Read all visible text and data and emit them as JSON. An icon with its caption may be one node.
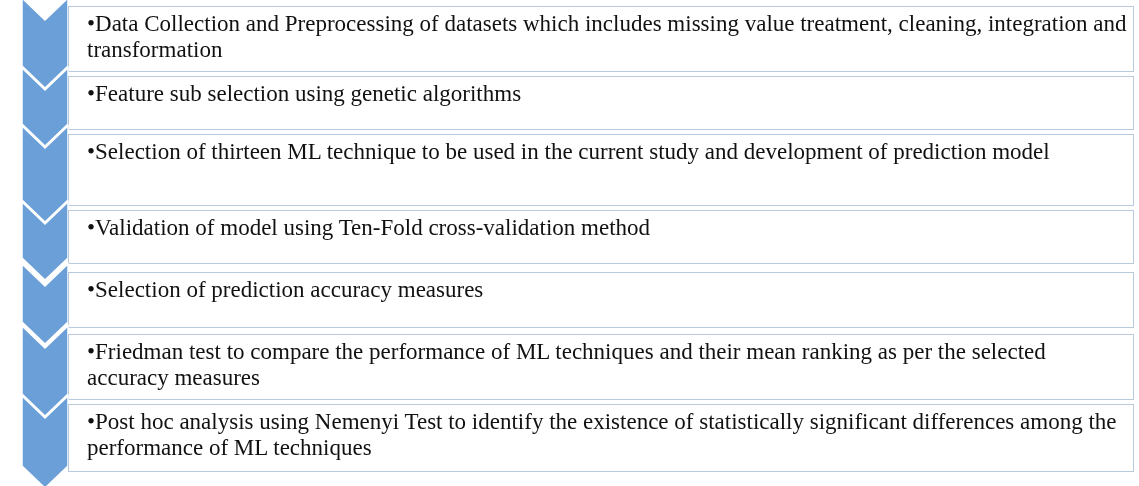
{
  "diagram": {
    "nodes": [
      {
        "text": [],
        "shape": "chevron"
      },
      {
        "text": [
          "•Data Collection and Preprocessing of datasets which includes missing value treatment, cleaning, integration and transformation"
        ]
      },
      {
        "text": [],
        "shape": "chevron"
      },
      {
        "text": [
          "•Feature sub selection using genetic algorithms"
        ]
      },
      {
        "text": [],
        "shape": "chevron"
      },
      {
        "text": [
          "•Selection of thirteen ML technique to be used in the current study and development of prediction model"
        ]
      },
      {
        "text": [],
        "shape": "chevron"
      },
      {
        "text": [
          "•Validation of model using Ten-Fold cross-validation method"
        ]
      },
      {
        "text": [],
        "shape": "chevron"
      },
      {
        "text": [
          "•Selection of prediction accuracy measures"
        ]
      },
      {
        "text": [],
        "shape": "chevron"
      },
      {
        "text": [
          "•Friedman test to compare the performance of ML techniques and their mean ranking as per the selected accuracy measures"
        ]
      },
      {
        "text": [],
        "shape": "chevron"
      },
      {
        "text": [
          "•Post hoc analysis using Nemenyi Test to identify the existence of statistically significant differences among the performance of ML techniques"
        ]
      }
    ]
  }
}
